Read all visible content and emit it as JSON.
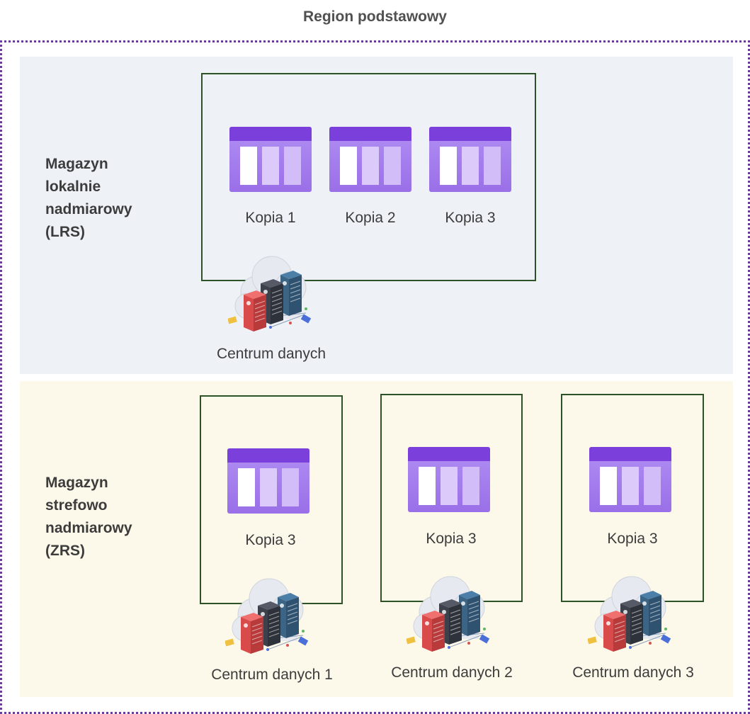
{
  "region_title": "Region podstawowy",
  "lrs": {
    "label_lines": [
      "Magazyn",
      "lokalnie",
      "nadmiarowy",
      "(LRS)"
    ],
    "copies": [
      "Kopia 1",
      "Kopia 2",
      "Kopia 3"
    ],
    "datacenter": "Centrum danych"
  },
  "zrs": {
    "label_lines": [
      "Magazyn",
      "strefowo",
      "nadmiarowy",
      "(ZRS)"
    ],
    "zones": [
      {
        "copy": "Kopia 3",
        "datacenter": "Centrum danych 1"
      },
      {
        "copy": "Kopia 3",
        "datacenter": "Centrum danych 2"
      },
      {
        "copy": "Kopia 3",
        "datacenter": "Centrum danych 3"
      }
    ]
  },
  "colors": {
    "region_border": "#6a3d9a",
    "zone_border": "#2d5227",
    "storage_header": "#7b3fdc",
    "storage_body": "#a77ff0",
    "lrs_background": "#eef2f7",
    "zrs_background": "#fcf8ea"
  },
  "icons": {
    "storage": "storage-table-icon",
    "datacenter": "cloud-datacenter-icon"
  }
}
